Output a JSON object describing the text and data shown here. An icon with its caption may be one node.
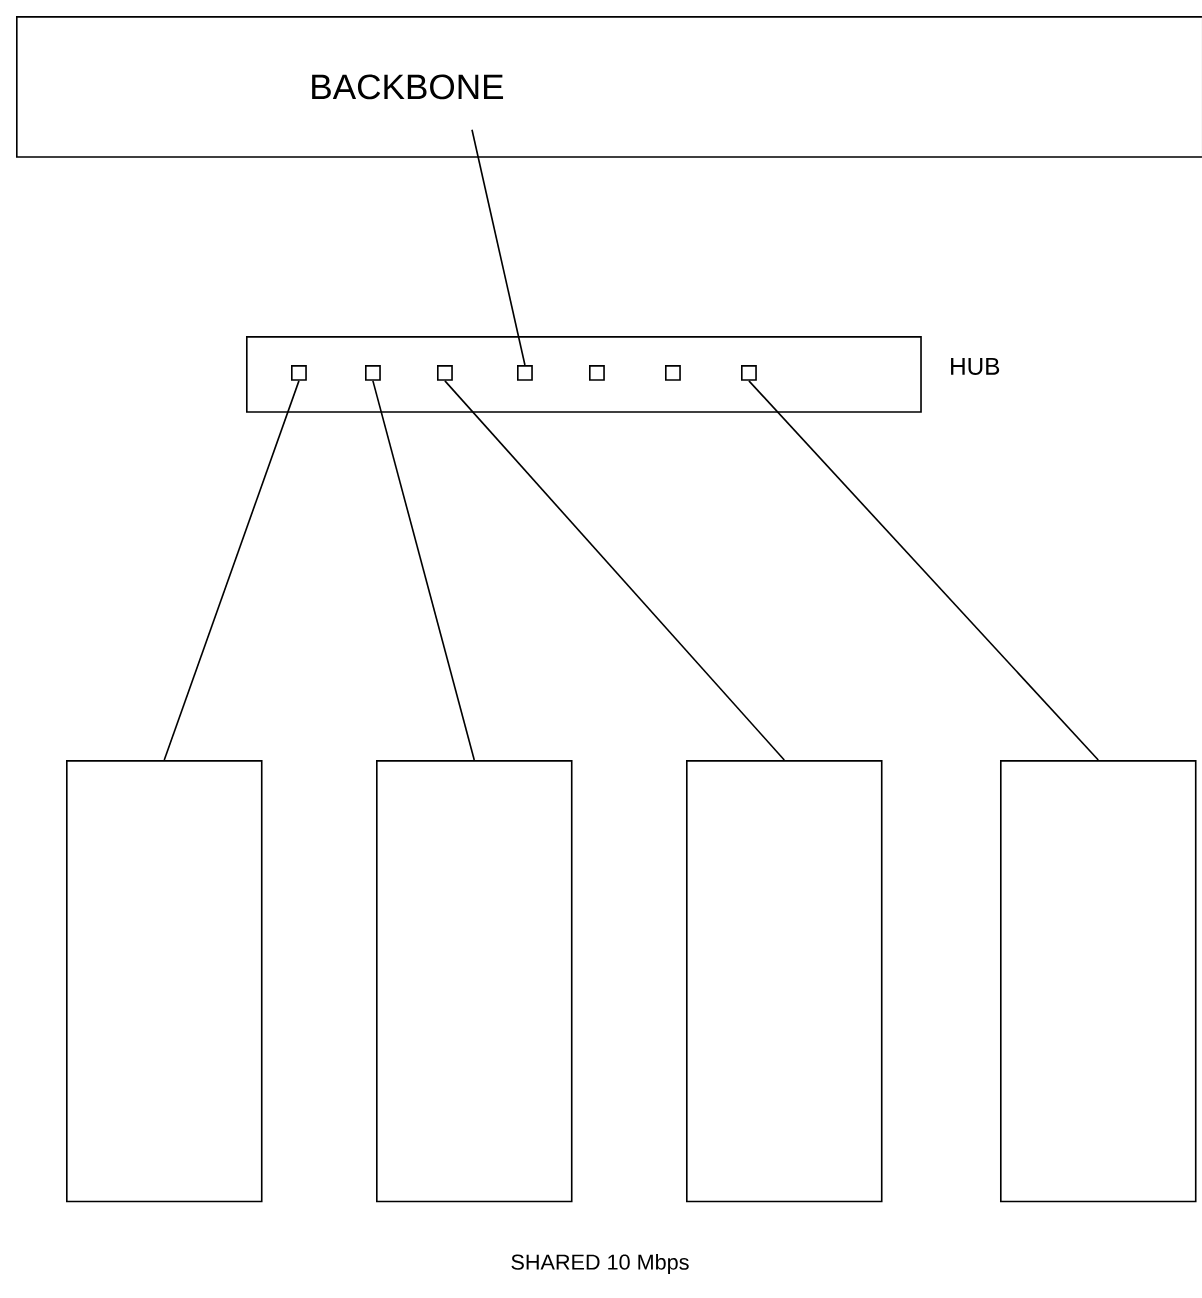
{
  "diagram": {
    "caption": "SHARED 10 Mbps",
    "nodes": [
      {
        "text": [
          "BACKBONE"
        ]
      },
      {
        "text": [],
        "shape": "box",
        "beside": [
          "HUB"
        ]
      },
      {
        "text": [],
        "shape": "box",
        "in": 1
      },
      {
        "text": [],
        "shape": "box",
        "in": 1
      },
      {
        "text": [],
        "shape": "box",
        "in": 1
      },
      {
        "text": [],
        "shape": "box",
        "in": 1
      },
      {
        "text": [],
        "shape": "box",
        "in": 1
      },
      {
        "text": [],
        "shape": "box",
        "in": 1
      },
      {
        "text": [],
        "shape": "box",
        "in": 1
      },
      {
        "text": [],
        "shape": "box"
      },
      {
        "text": [],
        "shape": "box"
      },
      {
        "text": [],
        "shape": "box"
      },
      {
        "text": [],
        "shape": "box"
      }
    ],
    "edges": [
      {
        "from": 0,
        "to": 5,
        "arrow": "none"
      },
      {
        "from": 2,
        "to": 9,
        "arrow": "none"
      },
      {
        "from": 3,
        "to": 10,
        "arrow": "none"
      },
      {
        "from": 4,
        "to": 11,
        "arrow": "none"
      },
      {
        "from": 8,
        "to": 12,
        "arrow": "none"
      }
    ]
  }
}
